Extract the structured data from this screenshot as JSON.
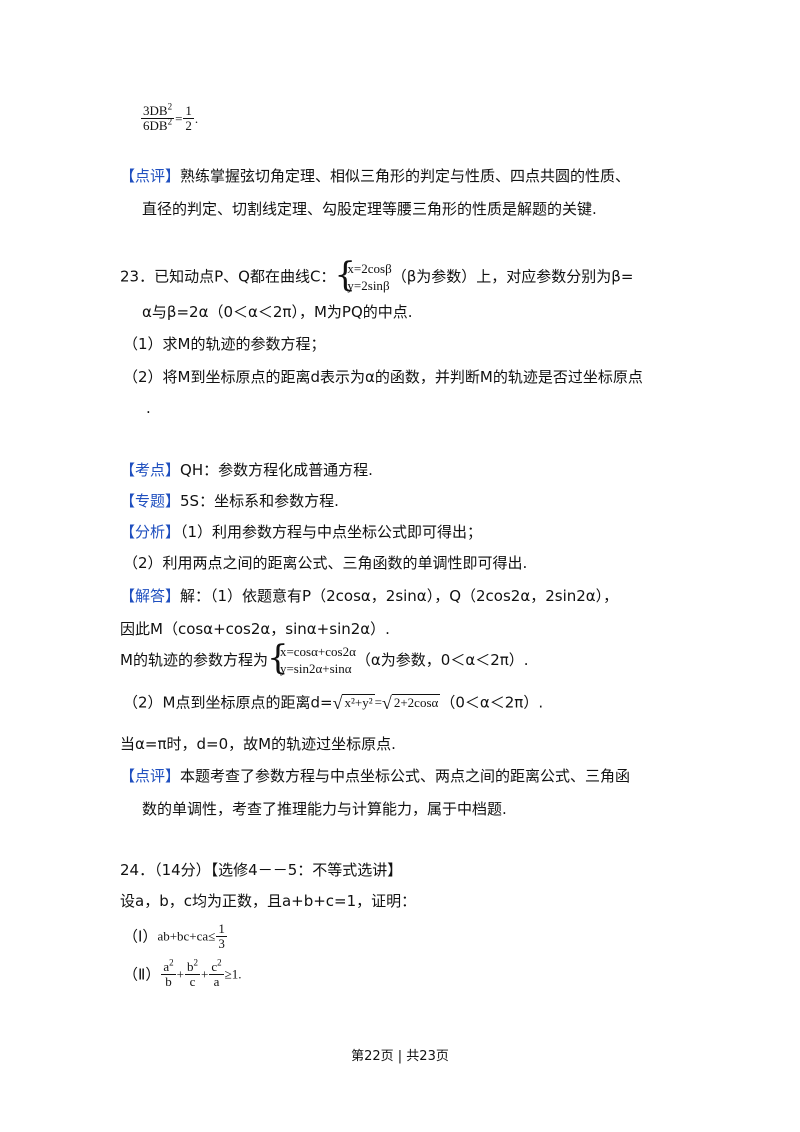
{
  "top_fraction": {
    "num": "3DB",
    "num_sup": "2",
    "den": "6DB",
    "den_sup": "2",
    "eq": "=",
    "rhs_num": "1",
    "rhs_den": "2",
    "end": "."
  },
  "review1": {
    "tag": "【点评】",
    "line1": "熟练掌握弦切角定理、相似三角形的判定与性质、四点共圆的性质、",
    "line2": "直径的判定、切割线定理、勾股定理等腰三角形的性质是解题的关键."
  },
  "q23": {
    "intro": "23．已知动点P、Q都在曲线C：",
    "sys_x": "x=2cos",
    "sys_y": "y=2sin",
    "beta": "β",
    "after_sys": "（β为参数）上，对应参数分别为β=",
    "line2": "α与β=2α（0＜α＜2π），M为PQ的中点.",
    "part1": "（1）求M的轨迹的参数方程；",
    "part2": "（2）将M到坐标原点的距离d表示为α的函数，并判断M的轨迹是否过坐标原点",
    "part2_end": "."
  },
  "kaodian": {
    "tag": "【考点】",
    "text": "QH：参数方程化成普通方程."
  },
  "zhuanti": {
    "tag": "【专题】",
    "text": "5S：坐标系和参数方程."
  },
  "fenxi": {
    "tag": "【分析】",
    "line1": "（1）利用参数方程与中点坐标公式即可得出；",
    "line2": "（2）利用两点之间的距离公式、三角函数的单调性即可得出."
  },
  "jieda": {
    "tag": "【解答】",
    "line1": "解：（1）依题意有P（2cosα，2sinα），Q（2cos2α，2sin2α），",
    "line2": "因此M（cosα+cos2α，sinα+sin2α）.",
    "line3_pre": "M的轨迹的参数方程为",
    "sys_x": "x=cosα+cos2α",
    "sys_y": "y=sin2α+sinα",
    "line3_post": "（α为参数，0＜α＜2π）.",
    "line4_pre": "（2）M点到坐标原点的距离d=",
    "sqrt1": "x²+y²",
    "eq": "=",
    "sqrt2": "2+2cosα",
    "line4_post": "（0＜α＜2π）.",
    "line5": "当α=π时，d=0，故M的轨迹过坐标原点."
  },
  "review2": {
    "tag": "【点评】",
    "line1": "本题考查了参数方程与中点坐标公式、两点之间的距离公式、三角函",
    "line2": "数的单调性，考查了推理能力与计算能力，属于中档题."
  },
  "q24": {
    "title": "24．（14分）【选修4－－5：不等式选讲】",
    "intro": "设a，b，c均为正数，且a+b+c=1，证明：",
    "p1_label": "（Ⅰ）",
    "p1_expr": "ab+bc+ca≤",
    "p1_num": "1",
    "p1_den": "3",
    "p2_label": "（Ⅱ）",
    "p2_a_num": "a",
    "p2_a_den": "b",
    "p2_b_num": "b",
    "p2_b_den": "c",
    "p2_c_num": "c",
    "p2_c_den": "a",
    "sq": "2",
    "plus": "+",
    "p2_end": "≥1."
  },
  "footer": {
    "text": "第22页 | 共23页"
  }
}
